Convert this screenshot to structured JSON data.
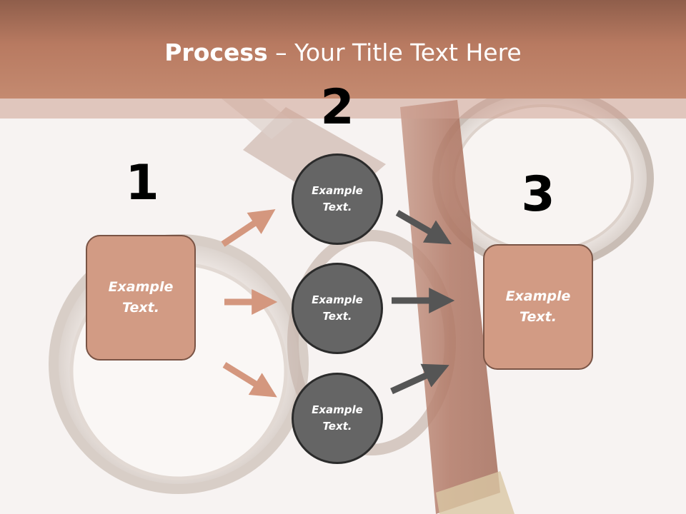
{
  "title": {
    "bold": "Process",
    "rest": " – Your Title Text Here"
  },
  "steps": {
    "one": "1",
    "two": "2",
    "three": "3"
  },
  "boxes": {
    "left": "Example\nText.",
    "right": "Example\nText."
  },
  "circles": {
    "top": "Example\nText.",
    "middle": "Example\nText.",
    "bottom": "Example\nText."
  },
  "colors": {
    "title_band": "#b87a61",
    "box_fill": "#d29b84",
    "circle_fill": "#656565",
    "left_arrows": "#d4977e",
    "right_arrows": "#555555"
  }
}
